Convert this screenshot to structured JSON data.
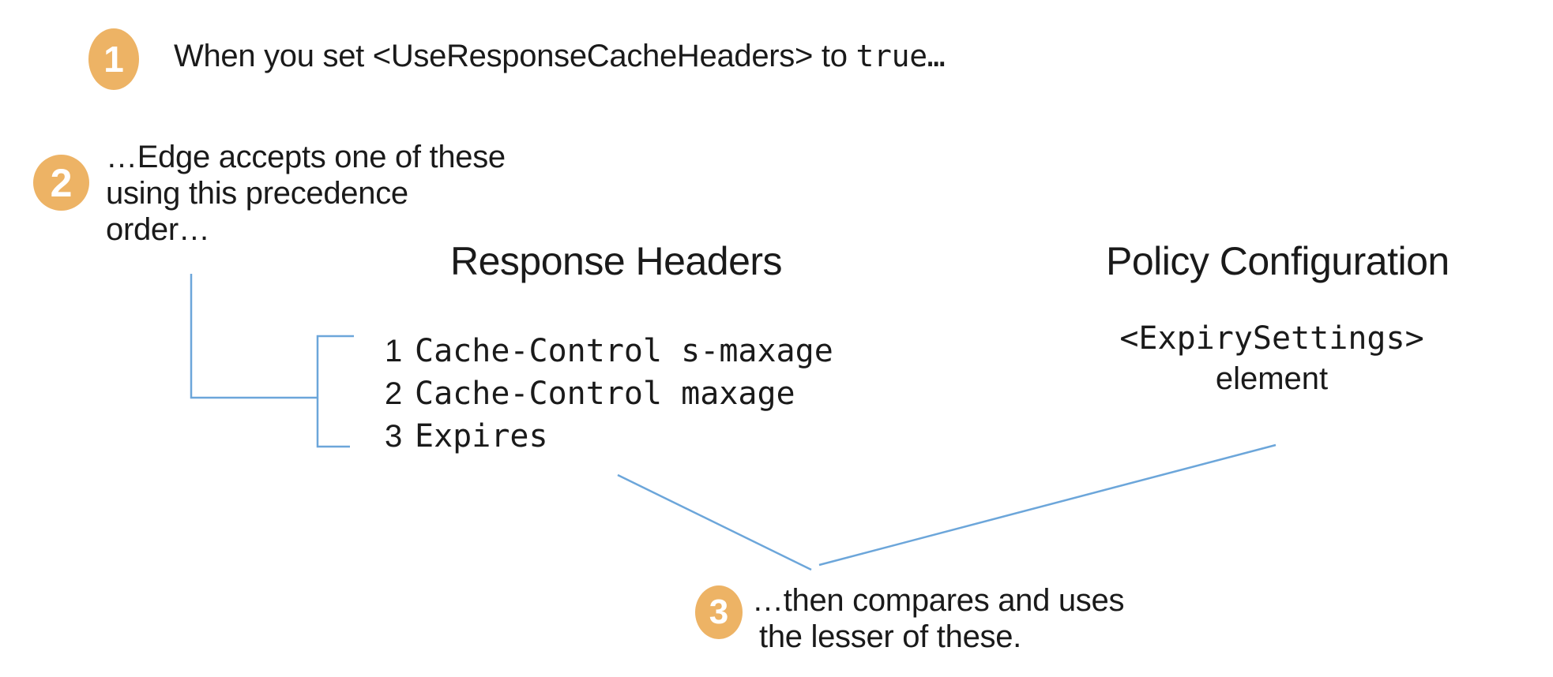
{
  "colors": {
    "badge_fill": "#EDB365",
    "badge_text": "#FFFFFF",
    "connector_blue": "#6CA6DA",
    "text": "#1A1A1A",
    "background": "#FFFFFF"
  },
  "steps": {
    "step1": {
      "number": "1",
      "text_prefix": "When you set <UseResponseCacheHeaders> to ",
      "code": "true",
      "text_suffix": "…"
    },
    "step2": {
      "number": "2",
      "line1": "…Edge accepts one of these",
      "line2": "using this precedence",
      "line3": "order…"
    },
    "step3": {
      "number": "3",
      "line1": "…then compares and uses",
      "line2": "the lesser of these."
    }
  },
  "response_headers": {
    "title": "Response Headers",
    "items": [
      {
        "rank": "1",
        "name": "Cache-Control s-maxage"
      },
      {
        "rank": "2",
        "name": "Cache-Control maxage"
      },
      {
        "rank": "3",
        "name": "Expires"
      }
    ]
  },
  "policy_configuration": {
    "title": "Policy Configuration",
    "code": "<ExpirySettings>",
    "caption": "element"
  }
}
